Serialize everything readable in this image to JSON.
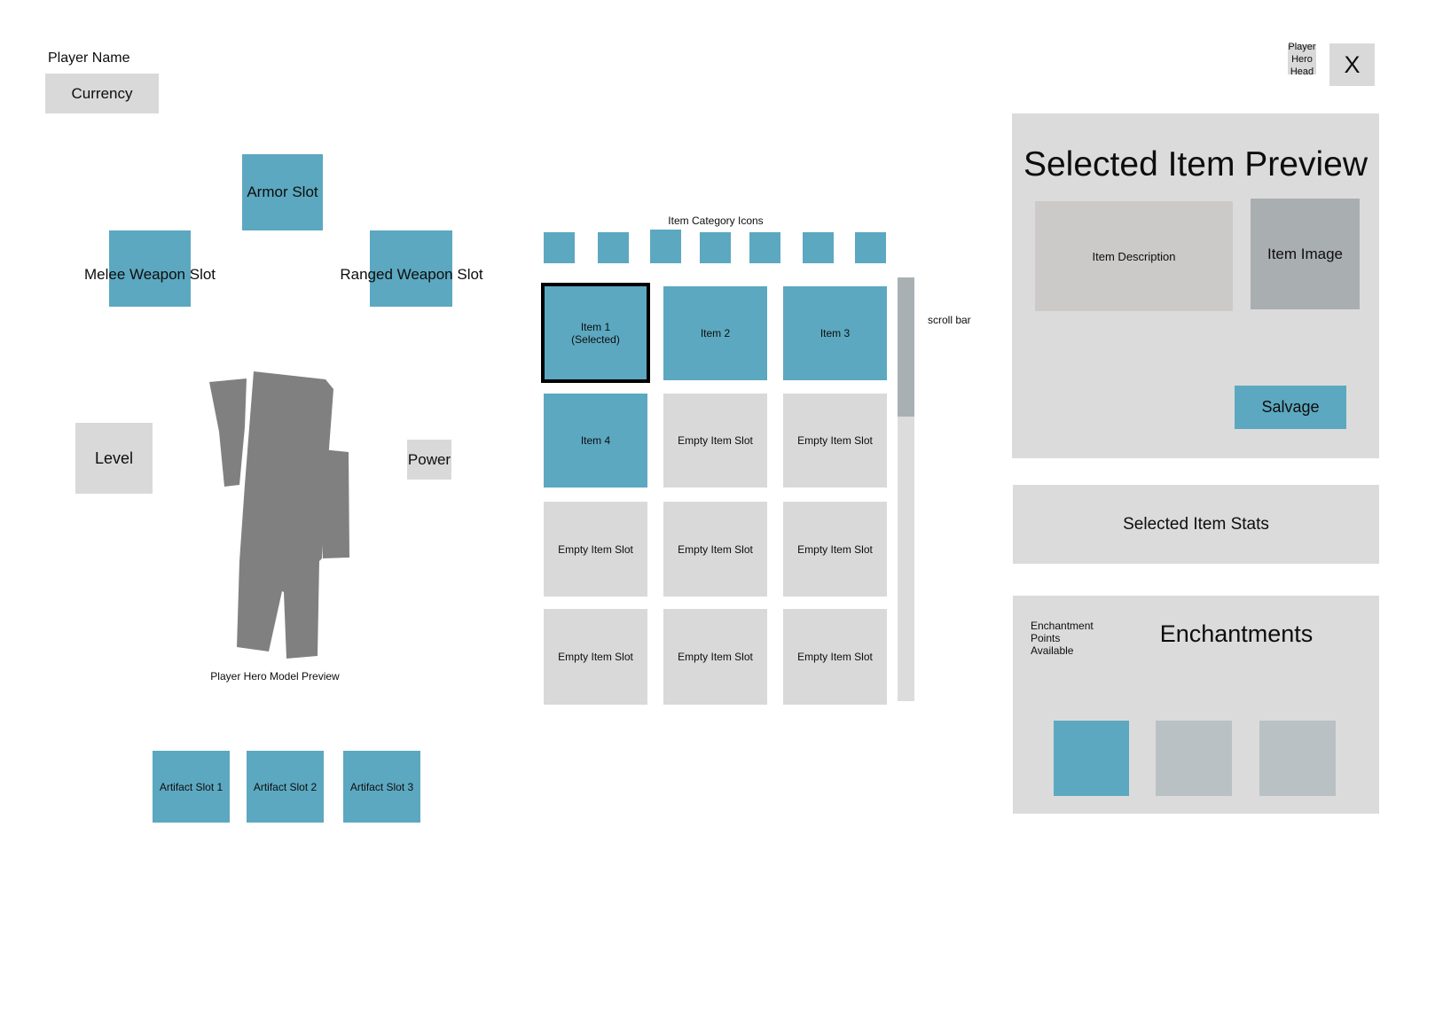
{
  "header": {
    "player_name": "Player Name",
    "currency_label": "Currency",
    "hero_head_label": "Player\nHero\nHead",
    "close_label": "X"
  },
  "equipment": {
    "armor_slot_label": "Armor Slot",
    "melee_slot_label": "Melee Weapon Slot",
    "ranged_slot_label": "Ranged Weapon Slot",
    "level_label": "Level",
    "power_label": "Power",
    "model_caption": "Player Hero Model Preview",
    "artifact_slots": [
      {
        "label": "Artifact Slot 1"
      },
      {
        "label": "Artifact Slot 2"
      },
      {
        "label": "Artifact Slot 3"
      }
    ]
  },
  "inventory": {
    "category_icons_label": "Item Category Icons",
    "category_icon_count": 7,
    "scrollbar_label": "scroll bar",
    "items": [
      {
        "label": "Item 1\n(Selected)",
        "state": "selected"
      },
      {
        "label": "Item 2",
        "state": "filled"
      },
      {
        "label": "Item 3",
        "state": "filled"
      },
      {
        "label": "Item 4",
        "state": "filled"
      },
      {
        "label": "Empty Item Slot",
        "state": "empty"
      },
      {
        "label": "Empty Item Slot",
        "state": "empty"
      },
      {
        "label": "Empty Item Slot",
        "state": "empty"
      },
      {
        "label": "Empty Item Slot",
        "state": "empty"
      },
      {
        "label": "Empty Item Slot",
        "state": "empty"
      },
      {
        "label": "Empty Item Slot",
        "state": "empty"
      },
      {
        "label": "Empty Item Slot",
        "state": "empty"
      },
      {
        "label": "Empty Item Slot",
        "state": "empty"
      }
    ]
  },
  "selected_item_preview": {
    "title": "Selected Item Preview",
    "description_label": "Item Description",
    "image_label": "Item Image",
    "salvage_label": "Salvage"
  },
  "selected_item_stats": {
    "title": "Selected Item Stats"
  },
  "enchantments": {
    "title": "Enchantments",
    "points_label": "Enchantment\nPoints\nAvailable",
    "slots": [
      {
        "state": "active"
      },
      {
        "state": "empty"
      },
      {
        "state": "empty"
      }
    ]
  },
  "colors": {
    "accent_teal": "#5CA8C0",
    "slot_gray": "#D9D9D9",
    "panel_gray": "#DBDBDB",
    "description_gray": "#CBCAC9",
    "image_gray": "#A9AEB1",
    "enchant_slot_gray": "#B9C1C4",
    "scroll_thumb_gray": "#A9B0B3",
    "scroll_track_gray": "#DCDCDC",
    "hero_model_gray": "#808080",
    "selected_border": "#000000"
  }
}
